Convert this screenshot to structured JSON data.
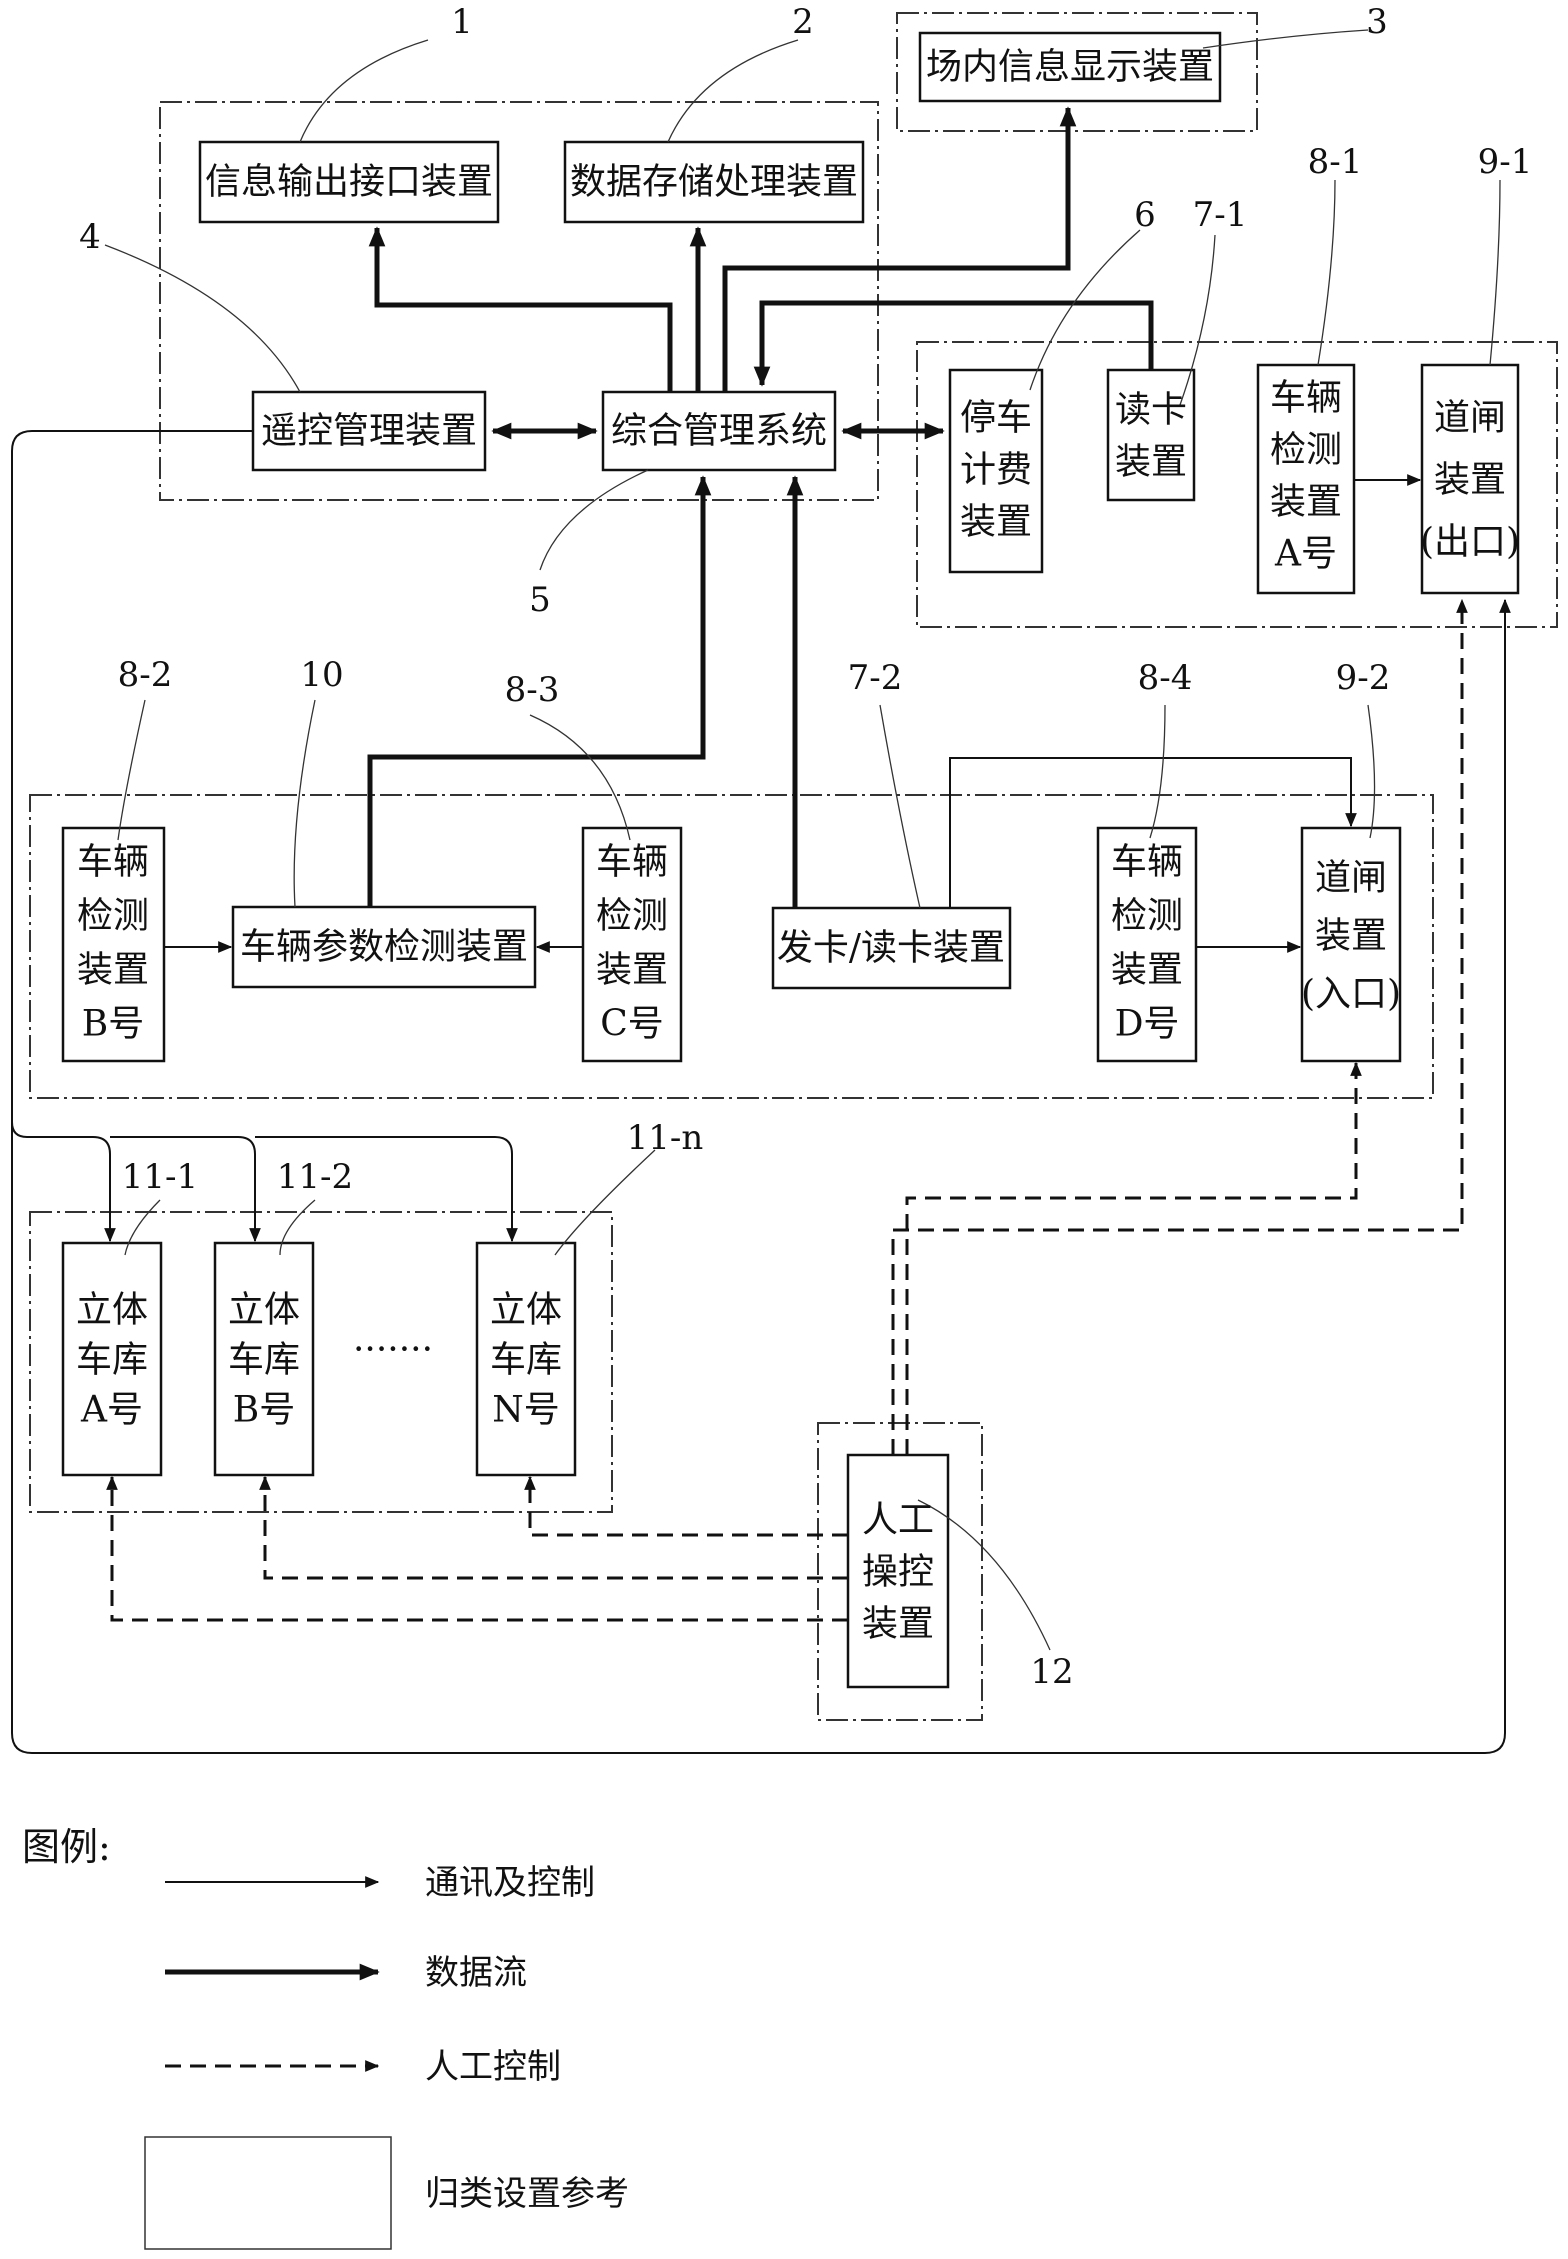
{
  "boxes": {
    "info_output": "信息输出接口装置",
    "data_storage": "数据存储处理装置",
    "display": "场内信息显示装置",
    "remote": "遥控管理装置",
    "integrated": "综合管理系统",
    "billing": [
      "停车",
      "计费",
      "装置"
    ],
    "card_reader": [
      "读卡",
      "装置"
    ],
    "detector_a": [
      "车辆",
      "检测",
      "装置",
      "A号"
    ],
    "gate_exit": [
      "道闸",
      "装置",
      "(出口)"
    ],
    "detector_b": [
      "车辆",
      "检测",
      "装置",
      "B号"
    ],
    "param_detect": "车辆参数检测装置",
    "detector_c": [
      "车辆",
      "检测",
      "装置",
      "C号"
    ],
    "card_issue": "发卡/读卡装置",
    "detector_d": [
      "车辆",
      "检测",
      "装置",
      "D号"
    ],
    "gate_entry": [
      "道闸",
      "装置",
      "(入口)"
    ],
    "garage_a": [
      "立体",
      "车库",
      "A号"
    ],
    "garage_b": [
      "立体",
      "车库",
      "B号"
    ],
    "garage_n": [
      "立体",
      "车库",
      "N号"
    ],
    "garage_ellipsis": "·······",
    "manual": [
      "人工",
      "操控",
      "装置"
    ]
  },
  "labels": {
    "n1": "1",
    "n2": "2",
    "n3": "3",
    "n4": "4",
    "n5": "5",
    "n6": "6",
    "n7_1": "7-1",
    "n8_1": "8-1",
    "n9_1": "9-1",
    "n8_2": "8-2",
    "n10": "10",
    "n8_3": "8-3",
    "n7_2": "7-2",
    "n8_4": "8-4",
    "n9_2": "9-2",
    "n11_1": "11-1",
    "n11_2": "11-2",
    "n11_n": "11-n",
    "n12": "12"
  },
  "legend": {
    "title": "图例:",
    "thin": "通讯及控制",
    "thick": "数据流",
    "dashed": "人工控制",
    "group": "归类设置参考"
  }
}
